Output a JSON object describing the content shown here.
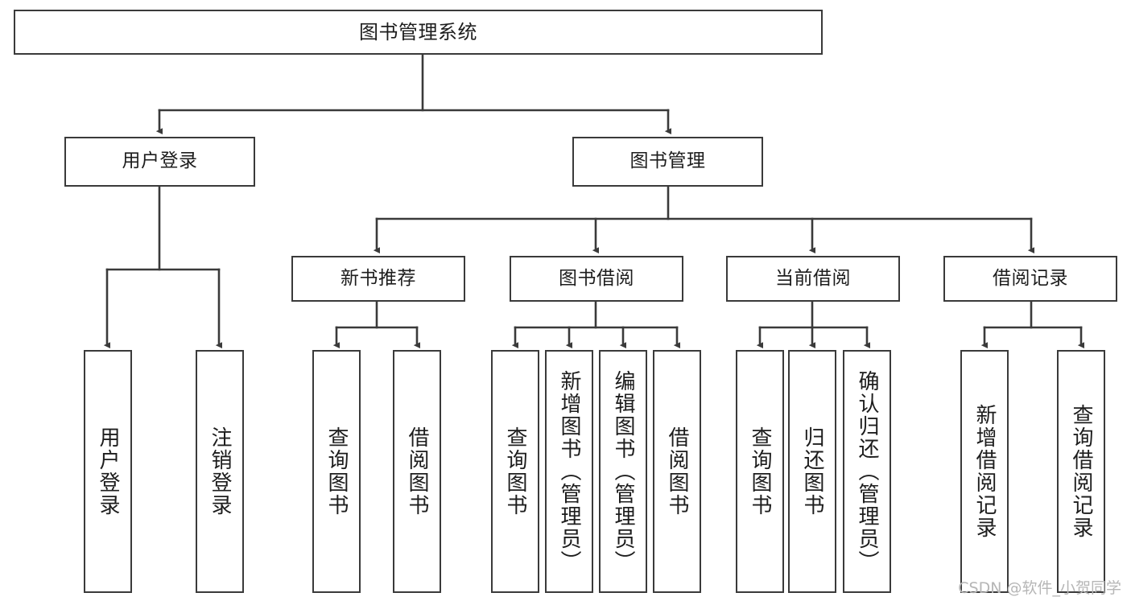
{
  "diagram": {
    "title": "图书管理系统",
    "watermark": "CSDN @软件_小贺同学",
    "line_color": "#3a3a3a",
    "box_fill": "#ffffff",
    "text_color": "#1d1d1d",
    "nodes": {
      "root": {
        "label": "图书管理系统",
        "level": 0
      },
      "user_login": {
        "label": "用户登录",
        "level": 1
      },
      "book_manage": {
        "label": "图书管理",
        "level": 1
      },
      "new_book_rec": {
        "label": "新书推荐",
        "level": 2
      },
      "book_borrow": {
        "label": "图书借阅",
        "level": 2
      },
      "current_borrow": {
        "label": "当前借阅",
        "level": 2
      },
      "borrow_record": {
        "label": "借阅记录",
        "level": 2
      },
      "leaf_user_login": {
        "label": "用户登录",
        "level": 3
      },
      "leaf_logout": {
        "label": "注销登录",
        "level": 3
      },
      "leaf_query_book_1": {
        "label": "查询图书",
        "level": 3
      },
      "leaf_borrow_book_1": {
        "label": "借阅图书",
        "level": 3
      },
      "leaf_query_book_2": {
        "label": "查询图书",
        "level": 3
      },
      "leaf_add_book": {
        "label": "新增图书（管理员）",
        "level": 3
      },
      "leaf_edit_book": {
        "label": "编辑图书（管理员）",
        "level": 3
      },
      "leaf_borrow_book_2": {
        "label": "借阅图书",
        "level": 3
      },
      "leaf_query_book_3": {
        "label": "查询图书",
        "level": 3
      },
      "leaf_return_book": {
        "label": "归还图书",
        "level": 3
      },
      "leaf_confirm_return": {
        "label": "确认归还（管理员）",
        "level": 3
      },
      "leaf_add_record": {
        "label": "新增借阅记录",
        "level": 3
      },
      "leaf_query_record": {
        "label": "查询借阅记录",
        "level": 3
      }
    },
    "edges": [
      {
        "from": "root",
        "to": "user_login"
      },
      {
        "from": "root",
        "to": "book_manage"
      },
      {
        "from": "user_login",
        "to": "leaf_user_login"
      },
      {
        "from": "user_login",
        "to": "leaf_logout"
      },
      {
        "from": "book_manage",
        "to": "new_book_rec"
      },
      {
        "from": "book_manage",
        "to": "book_borrow"
      },
      {
        "from": "book_manage",
        "to": "current_borrow"
      },
      {
        "from": "book_manage",
        "to": "borrow_record"
      },
      {
        "from": "new_book_rec",
        "to": "leaf_query_book_1"
      },
      {
        "from": "new_book_rec",
        "to": "leaf_borrow_book_1"
      },
      {
        "from": "book_borrow",
        "to": "leaf_query_book_2"
      },
      {
        "from": "book_borrow",
        "to": "leaf_add_book"
      },
      {
        "from": "book_borrow",
        "to": "leaf_edit_book"
      },
      {
        "from": "book_borrow",
        "to": "leaf_borrow_book_2"
      },
      {
        "from": "current_borrow",
        "to": "leaf_query_book_3"
      },
      {
        "from": "current_borrow",
        "to": "leaf_return_book"
      },
      {
        "from": "current_borrow",
        "to": "leaf_confirm_return"
      },
      {
        "from": "borrow_record",
        "to": "leaf_add_record"
      },
      {
        "from": "borrow_record",
        "to": "leaf_query_record"
      }
    ]
  }
}
